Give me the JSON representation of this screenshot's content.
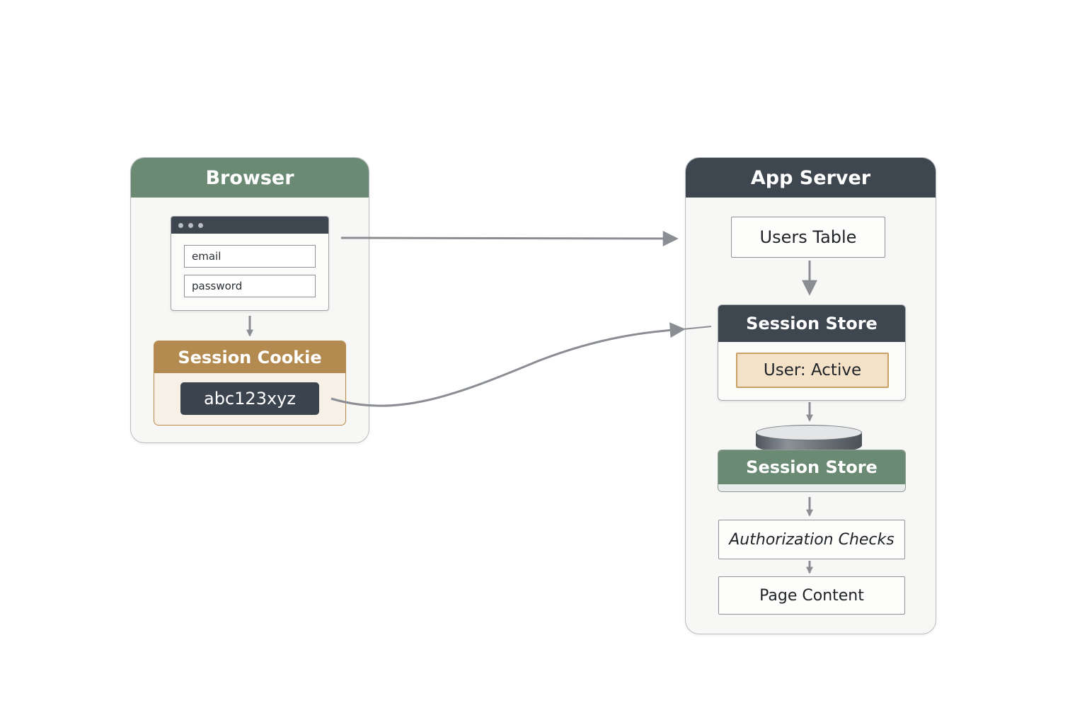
{
  "browser": {
    "title": "Browser",
    "login": {
      "email_placeholder": "email",
      "password_placeholder": "password"
    },
    "session_cookie": {
      "title": "Session Cookie",
      "value": "abc123xyz"
    }
  },
  "server": {
    "title": "App Server",
    "users_table": "Users Table",
    "session_store_card": {
      "title": "Session Store",
      "status": "User: Active"
    },
    "session_store_db": "Session Store",
    "authorization_checks": "Authorization Checks",
    "page_content": "Page Content"
  },
  "colors": {
    "green_header": "#6b8a74",
    "dark_header": "#3e4650",
    "cookie_gold": "#b38a4f",
    "status_fill": "#f4e2c8",
    "arrow": "#8a8e93"
  }
}
